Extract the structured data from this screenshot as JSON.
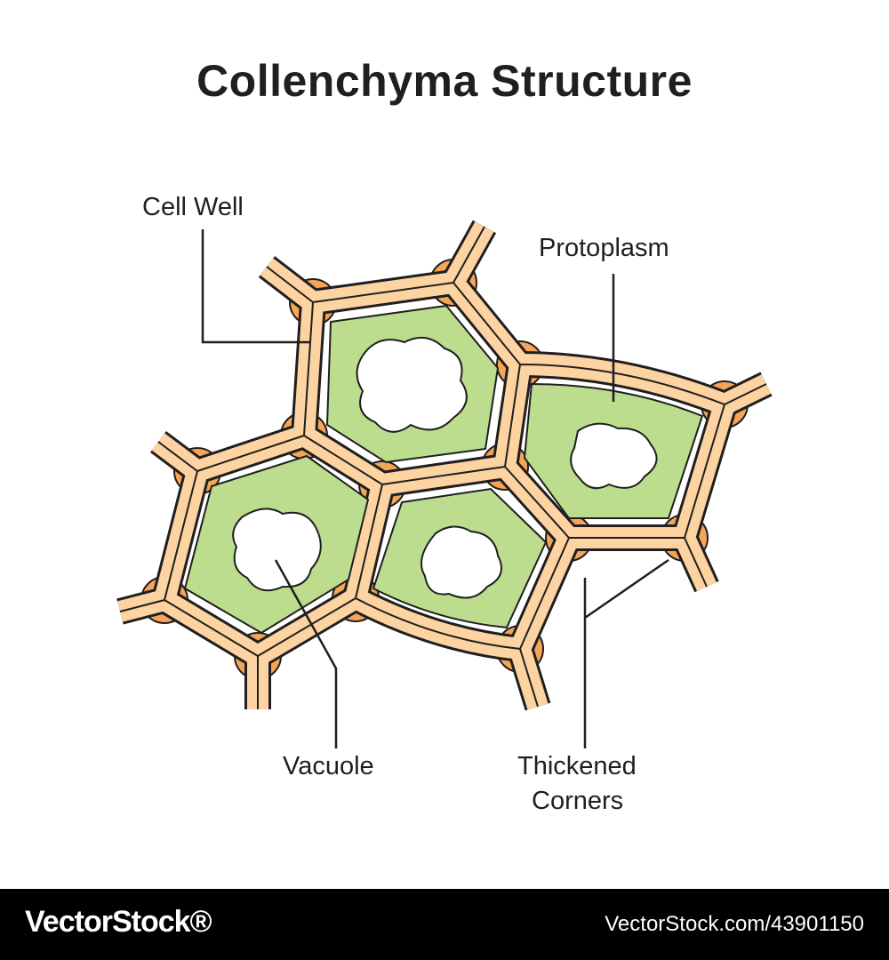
{
  "title": "Collenchyma Structure",
  "labels": {
    "cell_wall": "Cell Well",
    "protoplasm": "Protoplasm",
    "vacuole": "Vacuole",
    "thickened_corners_line1": "Thickened",
    "thickened_corners_line2": "Corners"
  },
  "footer": {
    "brand": "VectorStock®",
    "stock_id": "VectorStock.com/43901150"
  },
  "colors": {
    "cell_wall": "#fcd3a1",
    "protoplasm": "#bcdc8e",
    "corner_thickening": "#f6a455",
    "vacuole": "#ffffff",
    "outline": "#1f1f1f",
    "footer_bg": "#000000"
  }
}
